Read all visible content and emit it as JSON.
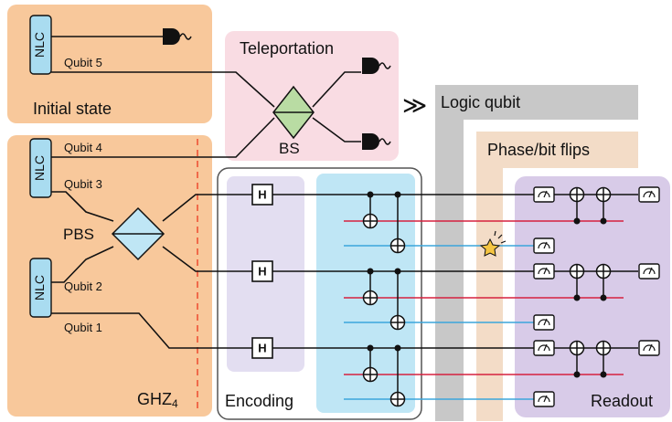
{
  "labels": {
    "nlc": "NLC",
    "qubit5": "Qubit 5",
    "qubit4": "Qubit 4",
    "qubit3": "Qubit 3",
    "qubit2": "Qubit 2",
    "qubit1": "Qubit 1",
    "initial_state": "Initial state",
    "teleportation": "Teleportation",
    "bs": "BS",
    "pbs": "PBS",
    "ghz_base": "GHZ",
    "ghz_sub": "4",
    "logic_qubit": "Logic qubit",
    "phase_bit_flips": "Phase/bit flips",
    "encoding": "Encoding",
    "readout": "Readout",
    "hadamard": "H",
    "chevron": "≫"
  },
  "colors": {
    "orange_panel": "#f8c89b",
    "pink_panel": "#f9dce3",
    "green_bs": "#b9dca3",
    "blue_light": "#bfe6f5",
    "nlc_fill": "#a9dcf0",
    "purple_encoding": "#e3def1",
    "purple_readout": "#d8cbe8",
    "gray_bar": "#c8c8c8",
    "peach_bar": "#f3dcc7",
    "red_line": "#d6213f",
    "blue_line": "#3ba6dc",
    "dashed": "#f06a4a"
  }
}
